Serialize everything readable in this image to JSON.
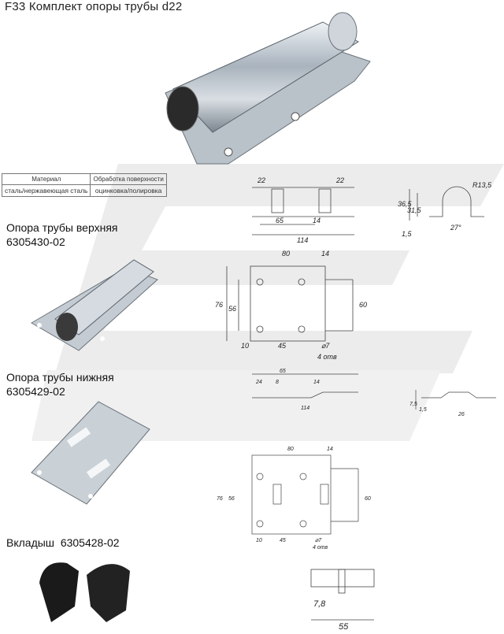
{
  "title": "F33 Комплект опоры трубы d22",
  "material_table": {
    "headers": [
      "Материал",
      "Обработка поверхности"
    ],
    "values": [
      "сталь/нержавеющая сталь",
      "оцинковка/полировка"
    ]
  },
  "parts": [
    {
      "name": "Опора трубы верхняя",
      "code": "6305430-02"
    },
    {
      "name": "Опора трубы нижняя",
      "code": "6305429-02"
    },
    {
      "name": "Вкладыш",
      "code": "6305428-02"
    }
  ],
  "dims_top_side": {
    "a": "22",
    "b": "22",
    "c": "65",
    "d": "14",
    "e": "114"
  },
  "dims_top_end": {
    "r": "R13,5",
    "h1": "36,5",
    "h2": "31,5",
    "t": "1,5",
    "ang": "27°"
  },
  "dims_top_plan": {
    "w": "80",
    "x": "14",
    "h1": "76",
    "h2": "56",
    "h3": "60",
    "m1": "10",
    "m2": "45",
    "hole": "⌀7",
    "holes": "4 отв"
  },
  "dims_bot_side": {
    "a": "24",
    "b": "8",
    "c": "65",
    "d": "14",
    "e": "114"
  },
  "dims_bot_end": {
    "h1": "7,5",
    "h2": "1,5",
    "w": "26"
  },
  "dims_bot_plan": {
    "w": "80",
    "x": "14",
    "h1": "76",
    "h2": "56",
    "h3": "60",
    "m1": "10",
    "m2": "45",
    "hole": "⌀7",
    "holes": "4 отв"
  },
  "dims_insert": {
    "a": "7,8",
    "b": "55"
  }
}
